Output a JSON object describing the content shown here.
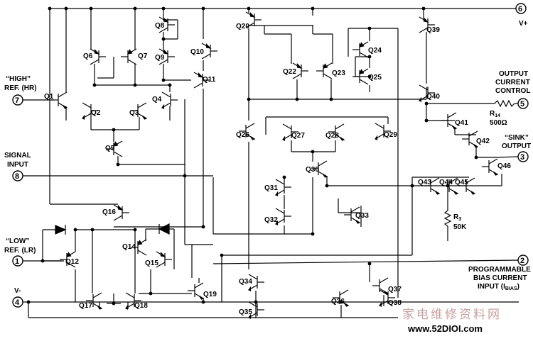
{
  "transistors": [
    "Q1",
    "Q2",
    "Q3",
    "Q4",
    "Q5",
    "Q6",
    "Q7",
    "Q8",
    "Q9",
    "Q10",
    "Q11",
    "Q12",
    "Q14",
    "Q15",
    "Q16",
    "Q17",
    "Q18",
    "Q19",
    "Q20",
    "Q22",
    "Q23",
    "Q24",
    "Q25",
    "Q26",
    "Q27",
    "Q28",
    "Q29",
    "Q30",
    "Q31",
    "Q32",
    "Q33",
    "Q34",
    "Q35",
    "Q36",
    "Q37",
    "Q38",
    "Q39",
    "Q40",
    "Q41",
    "Q42",
    "Q43",
    "Q44",
    "Q45",
    "Q46"
  ],
  "pins": {
    "vplus": {
      "num": "6",
      "label": "V+"
    },
    "high": {
      "num": "7",
      "label1": "“HIGH”",
      "label2": "REF. (HR)"
    },
    "signal": {
      "num": "8",
      "label1": "SIGNAL",
      "label2": "INPUT"
    },
    "low": {
      "num": "1",
      "label1": "“LOW”",
      "label2": "REF. (LR)"
    },
    "vminus": {
      "num": "4",
      "label": "V-"
    },
    "occ": {
      "num": "5",
      "label1": "OUTPUT",
      "label2": "CURRENT",
      "label3": "CONTROL"
    },
    "sink": {
      "num": "3",
      "label1": "“SINK”",
      "label2": "OUTPUT"
    },
    "bias": {
      "num": "2",
      "label1": "PROGRAMMABLE",
      "label2": "BIAS CURRENT",
      "label3": "INPUT (I",
      "label3_sub": "BIAS",
      "label3_end": ")"
    }
  },
  "resistors": {
    "r14": {
      "name": "R",
      "sub": "14",
      "value": "500Ω"
    },
    "r3": {
      "name": "R",
      "sub": "3",
      "value": "50K"
    }
  },
  "watermark": "家电维修资料网",
  "watermark_url": "www.52DIOI.com"
}
